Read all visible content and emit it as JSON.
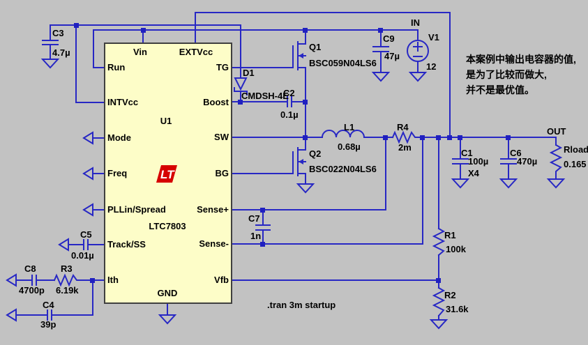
{
  "palette": {
    "background": "#c2c2c2",
    "wire": "#2727c4",
    "ic_fill": "#fdfdc8",
    "ic_border": "#3f3f3f",
    "logo_red": "#d60000",
    "text": "#000000"
  },
  "ic": {
    "refdes": "U1",
    "part": "LTC7803",
    "logo_text": "LT",
    "pins_left": [
      "Run",
      "INTVcc",
      "Mode",
      "Freq",
      "PLLin/Spread",
      "Track/SS",
      "Ith"
    ],
    "pins_right": [
      "TG",
      "Boost",
      "SW",
      "BG",
      "Sense+",
      "Sense-",
      "Vfb"
    ],
    "pins_top": [
      "Vin",
      "EXTVcc"
    ],
    "pin_bottom": "GND"
  },
  "components": {
    "c3": {
      "ref": "C3",
      "value": "4.7µ"
    },
    "c5": {
      "ref": "C5",
      "value": "0.01µ"
    },
    "c8": {
      "ref": "C8",
      "value": "4700p"
    },
    "r3": {
      "ref": "R3",
      "value": "6.19k"
    },
    "c4": {
      "ref": "C4",
      "value": "39p"
    },
    "d1": {
      "ref": "D1",
      "value": "CMDSH-4E"
    },
    "c2": {
      "ref": "C2",
      "value": "0.1µ"
    },
    "q1": {
      "ref": "Q1",
      "value": "BSC059N04LS6"
    },
    "q2": {
      "ref": "Q2",
      "value": "BSC022N04LS6"
    },
    "c9": {
      "ref": "C9",
      "value": "47µ"
    },
    "v1": {
      "ref": "V1",
      "value": "12"
    },
    "l1": {
      "ref": "L1",
      "value": "0.68µ"
    },
    "r4": {
      "ref": "R4",
      "value": "2m"
    },
    "c7": {
      "ref": "C7",
      "value": "1n"
    },
    "c1": {
      "ref": "C1",
      "value": "100µ",
      "note": "X4"
    },
    "c6": {
      "ref": "C6",
      "value": "470µ"
    },
    "rload": {
      "ref": "Rload",
      "value": "0.165"
    },
    "r1": {
      "ref": "R1",
      "value": "100k"
    },
    "r2": {
      "ref": "R2",
      "value": "31.6k"
    }
  },
  "nets": {
    "in": "IN",
    "out": "OUT"
  },
  "directive": {
    "text": ".tran 3m startup"
  },
  "annotation": {
    "lines": [
      "本案例中输出电容器的值,",
      "是为了比较而做大,",
      "并不是最优值。"
    ]
  }
}
